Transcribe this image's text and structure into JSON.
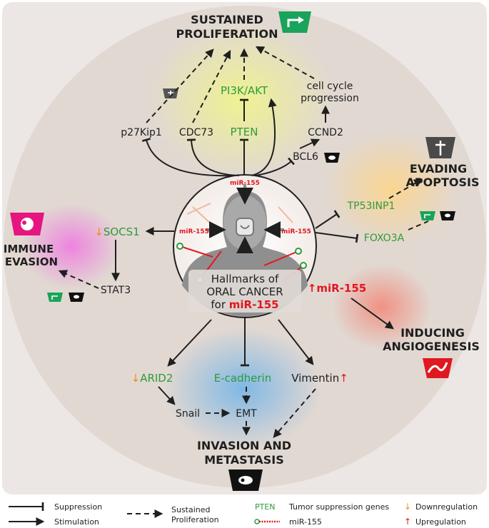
{
  "title": {
    "line1": "Hallmarks of",
    "line2": "ORAL CANCER",
    "line3_prefix": "for",
    "line3_mir": "miR-155"
  },
  "hallmarks": {
    "proliferation": {
      "line1": "SUSTAINED",
      "line2": "PROLIFERATION"
    },
    "apoptosis": {
      "line1": "EVADING",
      "line2": "APOPTOSIS"
    },
    "immune": {
      "line1": "IMMUNE",
      "line2": "EVASION"
    },
    "angiogenesis": {
      "line1": "INDUCING",
      "line2": "ANGIOGENESIS"
    },
    "invasion": {
      "line1": "INVASION AND",
      "line2": "METASTASIS"
    }
  },
  "nodes": {
    "p27": "p27Kip1",
    "cdc73": "CDC73",
    "pi3k": "PI3K/AKT",
    "pten": "PTEN",
    "cellcycle1": "cell cycle",
    "cellcycle2": "progression",
    "ccnd2": "CCND2",
    "bcl6": "BCL6",
    "tp53inp1": "TP53INP1",
    "foxo3a": "FOXO3A",
    "socs1": "SOCS1",
    "stat3": "STAT3",
    "mir155_up": "miR-155",
    "arid2": "ARID2",
    "ecadherin": "E-cadherin",
    "vimentin": "Vimentin",
    "snail": "Snail",
    "emt": "EMT",
    "mir_top": "miR-155",
    "mir_left": "miR-155",
    "mir_right": "miR-155"
  },
  "symbols": {
    "down": "↓",
    "up": "↑"
  },
  "legend": {
    "suppression": "Suppression",
    "stimulation": "Stimulation",
    "sustained1": "Sustained",
    "sustained2": "Proliferation",
    "pten_sample": "PTEN",
    "tumor_suppression": "Tumor suppression genes",
    "mir155": "miR-155",
    "downregulation": "Downregulation",
    "upregulation": "Upregulation"
  },
  "colors": {
    "green": "#2e9b3c",
    "orange": "#f08a1c",
    "red": "#e0181f",
    "dark": "#1f1f1f",
    "outer_circle": "#e3dbd5",
    "proliferation_icon": "#1aa35a",
    "apoptosis_icon": "#4a4a4a",
    "immune_icon": "#e6157f",
    "angiogenesis_icon": "#e0181f",
    "invasion_icon": "#111111"
  },
  "icons": [
    "proliferation-arrow-icon",
    "tombstone-icon",
    "cell-icon",
    "vessel-icon",
    "invasion-cell-icon"
  ]
}
